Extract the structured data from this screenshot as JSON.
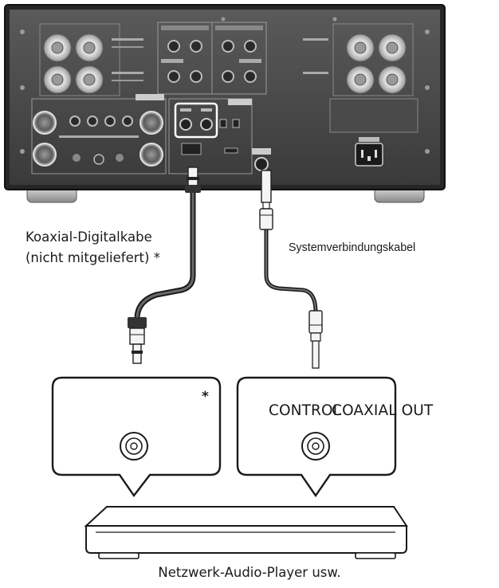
{
  "labels": {
    "coaxial_cable": "Koaxial-Digitalkabe",
    "coaxial_note": "(nicht mitgeliefert) *",
    "system_cable": "Systemverbindungskabel",
    "asterisk": "*",
    "control": "CONTROL",
    "coaxial_out": "COAXIAL OUT",
    "player": "Netzwerk-Audio-Player usw."
  },
  "icons": {
    "amplifier": "amplifier-rear-panel-icon",
    "rca_plug": "rca-plug-icon",
    "minijack_plug": "minijack-plug-icon",
    "jack": "rca-jack-icon",
    "player": "network-audio-player-icon"
  }
}
